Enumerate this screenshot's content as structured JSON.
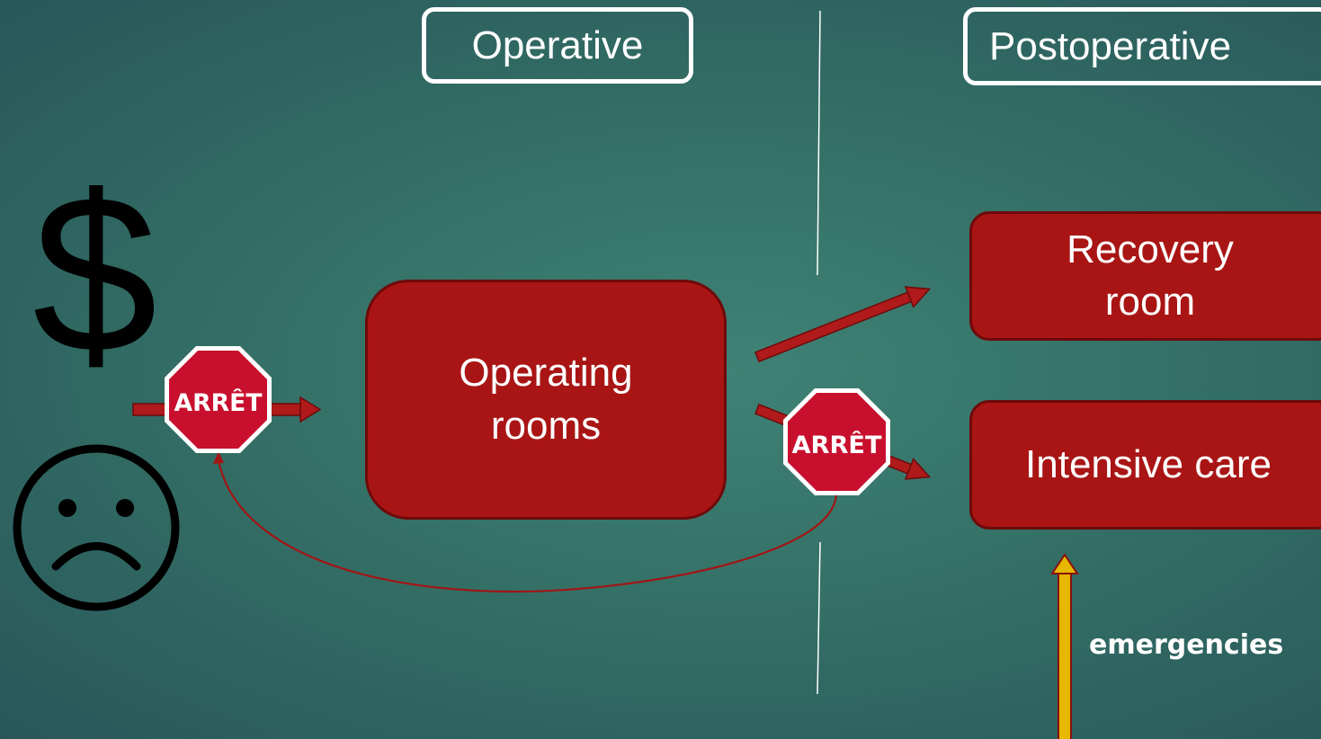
{
  "phases": {
    "operative": "Operative",
    "postoperative": "Postoperative"
  },
  "boxes": {
    "operating_rooms": [
      "Operating",
      "rooms"
    ],
    "recovery_room": [
      "Recovery",
      "room"
    ],
    "intensive_care": "Intensive care"
  },
  "stop_signs": {
    "entry_label": "ARRÊT",
    "icu_label": "ARRÊT"
  },
  "icons": {
    "money": "$",
    "sad_face": "sad-face-icon"
  },
  "emergencies_label": "emergencies",
  "colors": {
    "box_fill": "#a91515",
    "arrow_fill": "#b01a1a",
    "stop_sign": "#c8102e",
    "emergency_arrow": "#e6b800"
  }
}
